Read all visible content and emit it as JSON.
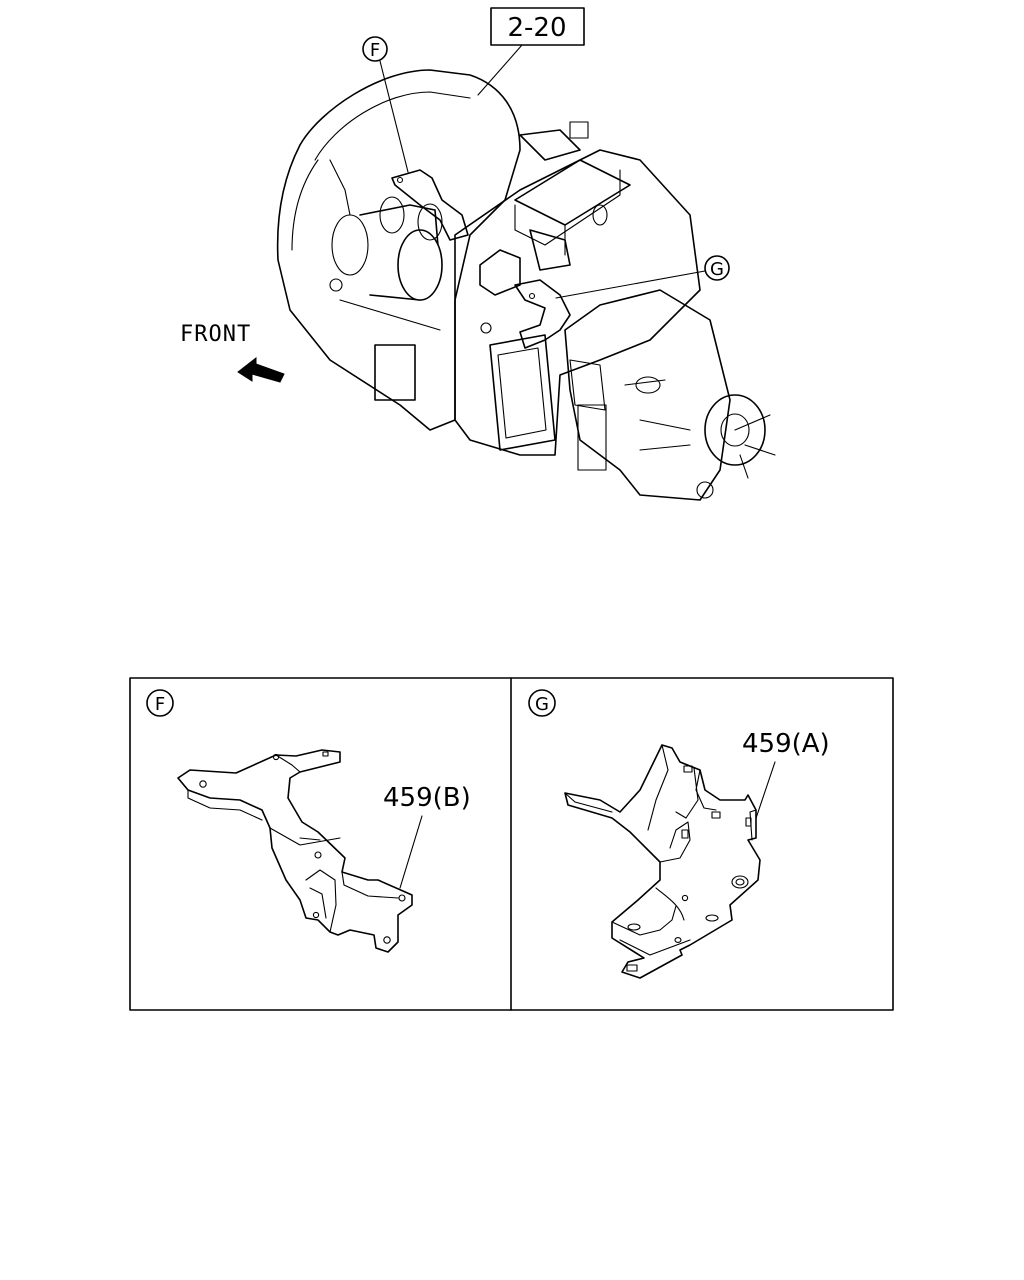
{
  "ref_box": {
    "label": "2-20"
  },
  "front_label": "FRONT",
  "callouts": {
    "f": "F",
    "g": "G"
  },
  "panels": [
    {
      "id": "F",
      "circle_label": "F",
      "part_label": "459(B)"
    },
    {
      "id": "G",
      "circle_label": "G",
      "part_label": "459(A)"
    }
  ]
}
